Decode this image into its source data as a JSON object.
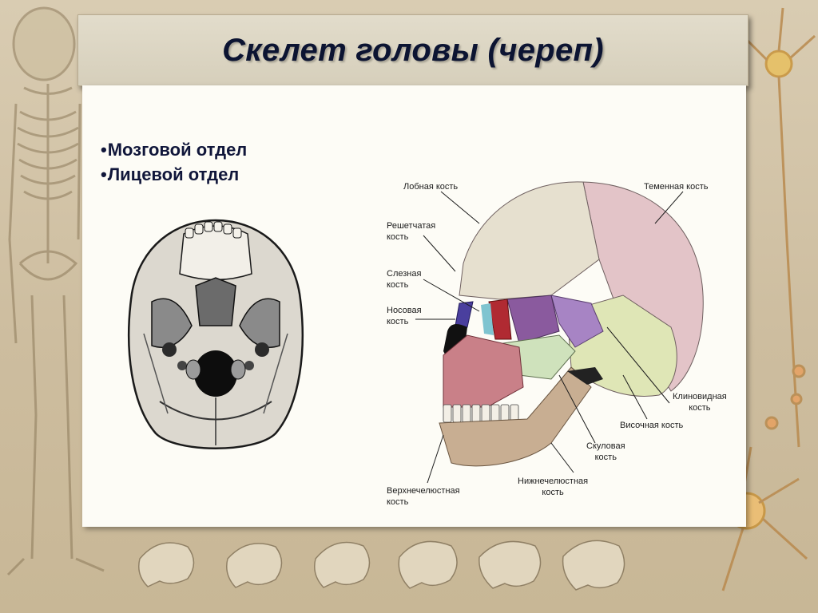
{
  "title": "Скелет головы (череп)",
  "bullets": [
    "Мозговой отдел",
    "Лицевой отдел"
  ],
  "labels": {
    "frontal": "Лобная кость",
    "parietal": "Теменная кость",
    "ethmoid_1": "Решетчатая",
    "ethmoid_2": "кость",
    "lacrimal_1": "Слезная",
    "lacrimal_2": "кость",
    "nasal_1": "Носовая",
    "nasal_2": "кость",
    "sphenoid_1": "Клиновидная",
    "sphenoid_2": "кость",
    "temporal": "Височная кость",
    "zygomatic_1": "Скуловая",
    "zygomatic_2": "кость",
    "mandible_1": "Нижнечелюстная",
    "mandible_2": "кость",
    "maxilla_1": "Верхнечелюстная",
    "maxilla_2": "кость"
  },
  "colors": {
    "frontal": "#e6e0cf",
    "parietal": "#e3c4c8",
    "temporal": "#dfe6b6",
    "sphenoid": "#a784c4",
    "ethmoid": "#8a5a9e",
    "lacrimal": "#b02a32",
    "nasal": "#4a3f9e",
    "zygomatic": "#cfe2bc",
    "maxilla": "#c98088",
    "mandible": "#c8ae92"
  }
}
